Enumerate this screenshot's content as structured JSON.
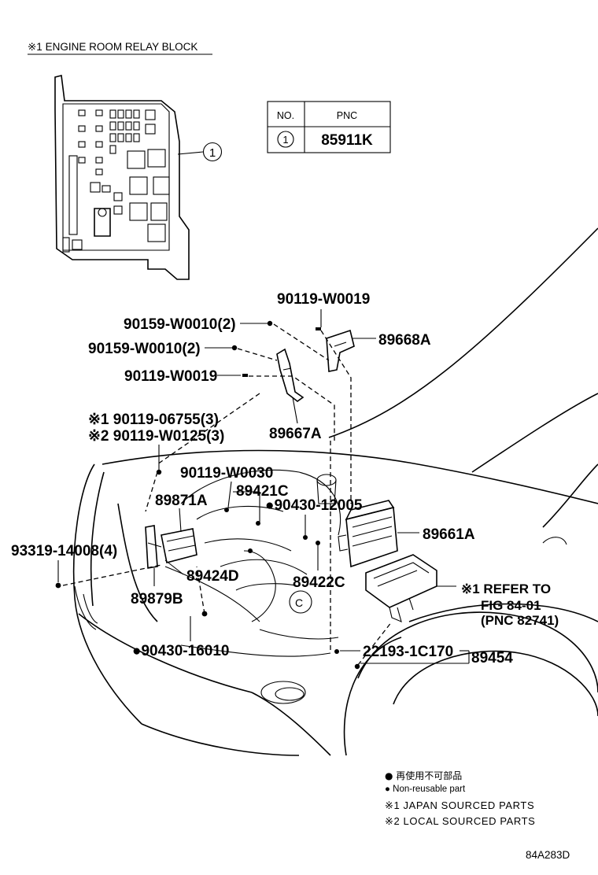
{
  "header": {
    "title": "※1 ENGINE ROOM RELAY BLOCK"
  },
  "pnc_table": {
    "col_no": "NO.",
    "col_pnc": "PNC",
    "row_no": "1",
    "row_pnc": "85911K"
  },
  "callout_relay": "1",
  "labels": {
    "p90119_w0019_top": "90119-W0019",
    "p90159_w0010_a": "90159-W0010(2)",
    "p89668a": "89668A",
    "p90159_w0010_b": "90159-W0010(2)",
    "p90119_w0019_mid": "90119-W0019",
    "p90119_06755": "※1 90119-06755(3)",
    "p90119_w0125": "※2 90119-W0125(3)",
    "p89667a": "89667A",
    "p90119_w0030": "90119-W0030",
    "p89421c": "89421C",
    "p89871a": "89871A",
    "p90430_12005": "●90430-12005",
    "p89661a": "89661A",
    "p93319_14008": "93319-14008(4)",
    "p89424d": "89424D",
    "p89422c": "89422C",
    "p89879b": "89879B",
    "refer_1": "※1 REFER TO",
    "refer_2": "FIG 84-01",
    "refer_3": "(PNC 82741)",
    "p90430_16010": "●90430-16010",
    "p22193_1c170": "22193-1C170",
    "p89454": "89454"
  },
  "legend": {
    "jp_nonreusable": "● 再使用不可部品",
    "en_nonreusable": "● Non-reusable part",
    "japan_sourced": "※1 JAPAN SOURCED PARTS",
    "local_sourced": "※2 LOCAL SOURCED PARTS"
  },
  "figure_code": "84A283D"
}
